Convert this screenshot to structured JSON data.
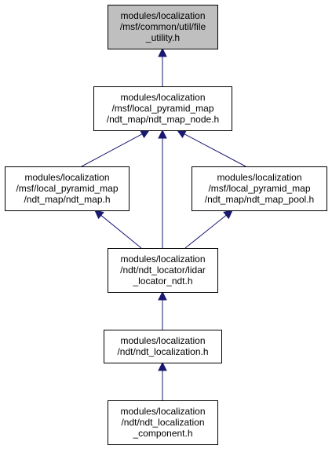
{
  "nodes": [
    {
      "id": "file_utility",
      "lines": [
        "modules/localization",
        "/msf/common/util/file",
        "_utility.h"
      ],
      "highlighted": true
    },
    {
      "id": "ndt_map_node",
      "lines": [
        "modules/localization",
        "/msf/local_pyramid_map",
        "/ndt_map/ndt_map_node.h"
      ],
      "highlighted": false
    },
    {
      "id": "ndt_map",
      "lines": [
        "modules/localization",
        "/msf/local_pyramid_map",
        "/ndt_map/ndt_map.h"
      ],
      "highlighted": false
    },
    {
      "id": "ndt_map_pool",
      "lines": [
        "modules/localization",
        "/msf/local_pyramid_map",
        "/ndt_map/ndt_map_pool.h"
      ],
      "highlighted": false
    },
    {
      "id": "lidar_locator_ndt",
      "lines": [
        "modules/localization",
        "/ndt/ndt_locator/lidar",
        "_locator_ndt.h"
      ],
      "highlighted": false
    },
    {
      "id": "ndt_localization",
      "lines": [
        "modules/localization",
        "/ndt/ndt_localization.h"
      ],
      "highlighted": false
    },
    {
      "id": "ndt_localization_component",
      "lines": [
        "modules/localization",
        "/ndt/ndt_localization",
        "_component.h"
      ],
      "highlighted": false
    }
  ],
  "edges": [
    {
      "from": "ndt_map_node",
      "to": "file_utility"
    },
    {
      "from": "ndt_map",
      "to": "ndt_map_node"
    },
    {
      "from": "lidar_locator_ndt",
      "to": "ndt_map_node"
    },
    {
      "from": "ndt_map_pool",
      "to": "ndt_map_node"
    },
    {
      "from": "lidar_locator_ndt",
      "to": "ndt_map"
    },
    {
      "from": "lidar_locator_ndt",
      "to": "ndt_map_pool"
    },
    {
      "from": "ndt_localization",
      "to": "lidar_locator_ndt"
    },
    {
      "from": "ndt_localization_component",
      "to": "ndt_localization"
    }
  ],
  "colors": {
    "highlighted_fill": "#bfbfbf",
    "node_fill": "#ffffff",
    "border": "#000000",
    "edge": "#191970"
  }
}
